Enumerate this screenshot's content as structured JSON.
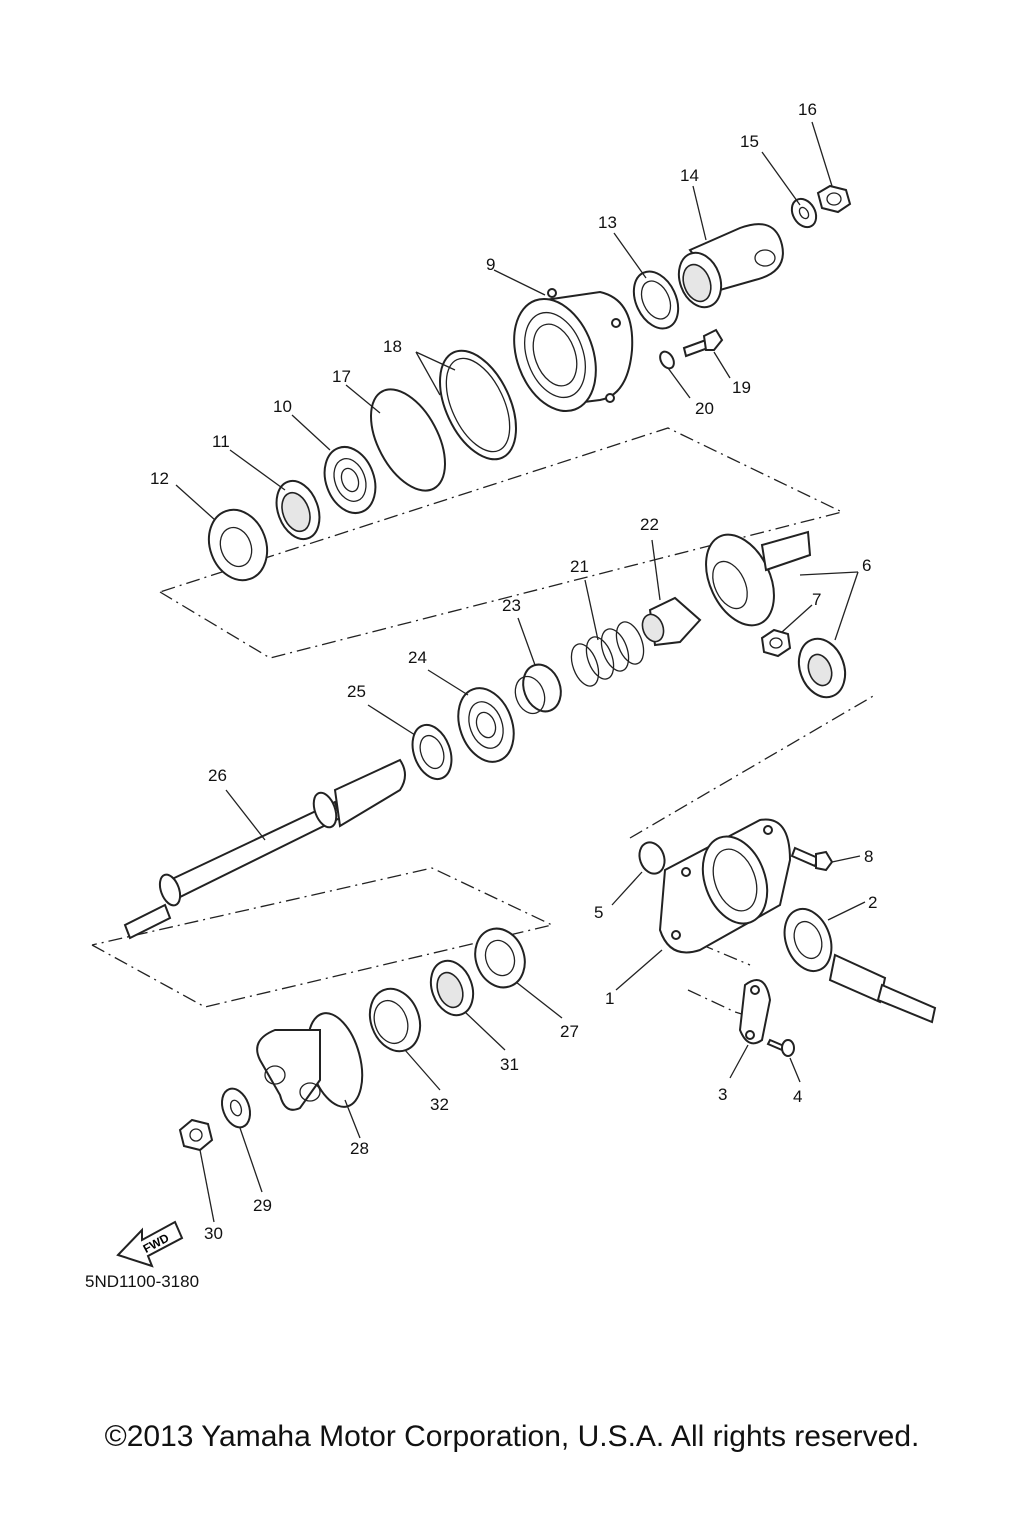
{
  "diagram_code": "5ND1100-3180",
  "copyright": "©2013 Yamaha Motor Corporation, U.S.A. All rights reserved.",
  "fwd_label": "FWD",
  "callouts": {
    "c1": "1",
    "c2": "2",
    "c3": "3",
    "c4": "4",
    "c5": "5",
    "c6": "6",
    "c7": "7",
    "c8": "8",
    "c9": "9",
    "c10": "10",
    "c11": "11",
    "c12": "12",
    "c13": "13",
    "c14": "14",
    "c15": "15",
    "c16": "16",
    "c17": "17",
    "c18": "18",
    "c19": "19",
    "c20": "20",
    "c21": "21",
    "c22": "22",
    "c23": "23",
    "c24": "24",
    "c25": "25",
    "c26": "26",
    "c27": "27",
    "c28": "28",
    "c29": "29",
    "c30": "30",
    "c31": "31",
    "c32": "32"
  }
}
